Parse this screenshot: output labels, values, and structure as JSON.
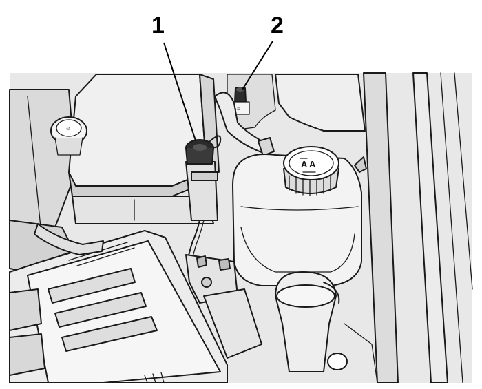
{
  "callouts": [
    {
      "label": "1"
    },
    {
      "label": "2"
    }
  ],
  "reservoir_cap_text": "A  A",
  "colors": {
    "engine_fill": "#e6e6e6",
    "engine_shadow": "#c8c8c8",
    "outline": "#1a1a1a",
    "terminal_cap": "#2b2b2b"
  }
}
